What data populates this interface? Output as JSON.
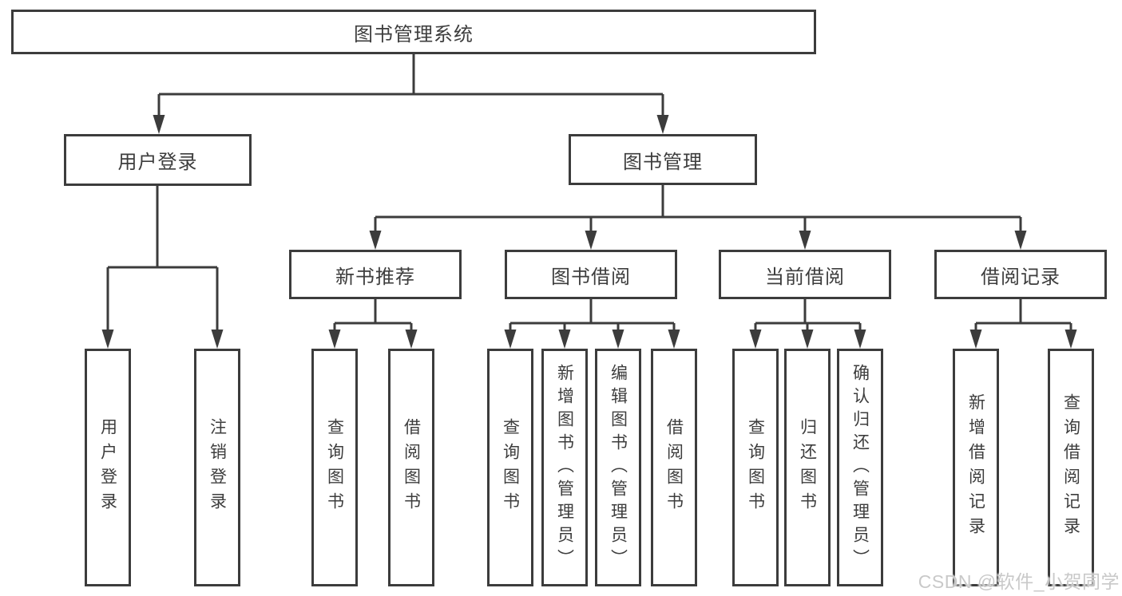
{
  "diagram": {
    "root": "图书管理系统",
    "level2": [
      {
        "label": "用户登录"
      },
      {
        "label": "图书管理"
      }
    ],
    "level3": [
      {
        "label": "新书推荐"
      },
      {
        "label": "图书借阅"
      },
      {
        "label": "当前借阅"
      },
      {
        "label": "借阅记录"
      }
    ],
    "groups": {
      "user_login": [
        "用户登录",
        "注销登录"
      ],
      "new_book": [
        "查询图书",
        "借阅图书"
      ],
      "book_borrow": [
        "查询图书",
        "新增图书（管理员）",
        "编辑图书（管理员）",
        "借阅图书"
      ],
      "current_borrow": [
        "查询图书",
        "归还图书",
        "确认归还（管理员）"
      ],
      "borrow_records": [
        "新增借阅记录",
        "查询借阅记录"
      ]
    }
  },
  "watermark": {
    "text": "CSDN @软件_小贺同学"
  },
  "colors": {
    "line": "#3c3c3c",
    "text": "#3d3d3d",
    "background": "#ffffff",
    "watermark": "#c9c9c9"
  }
}
